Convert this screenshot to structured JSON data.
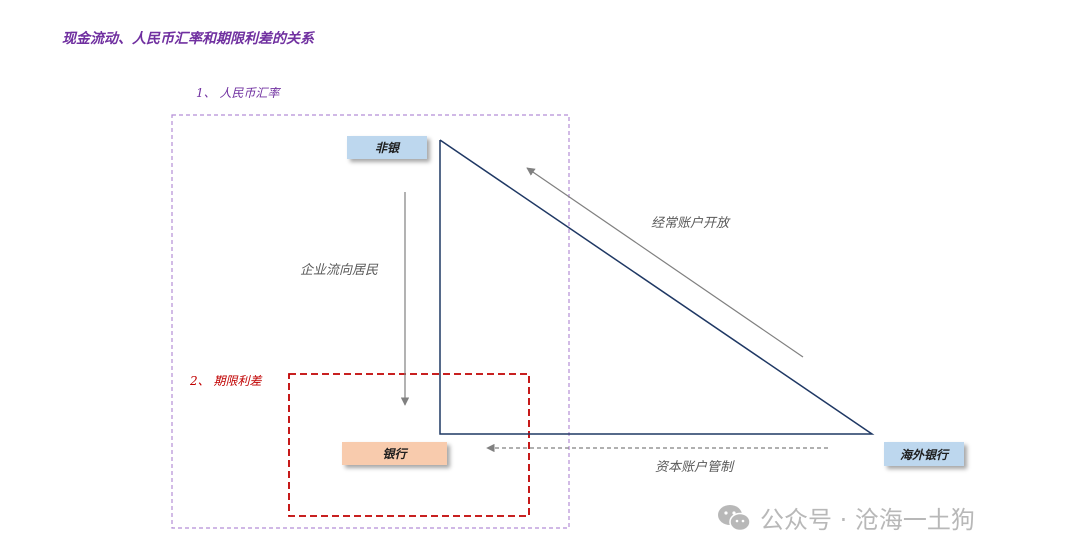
{
  "title": "现金流动、人民币汇率和期限利差的关系",
  "sections": {
    "rmb_rate": "1、 人民币汇率",
    "term_spread": "2、 期限利差"
  },
  "nodes": {
    "nonbank": "非银",
    "bank": "银行",
    "overseas_bank": "海外银行"
  },
  "flows": {
    "corporate_to_residents": "企业流向居民",
    "current_account_open": "经常账户开放",
    "capital_account_control": "资本账户管制"
  },
  "watermark": "公众号 · 沧海一土狗",
  "colors": {
    "section1": "#7030a0",
    "section2": "#c00000",
    "nonbank_fill": "#bdd7ee",
    "bank_fill": "#f8cbad",
    "overseas_fill": "#bdd7ee",
    "triangle": "#1f3864",
    "flow_arrow": "#808080"
  }
}
